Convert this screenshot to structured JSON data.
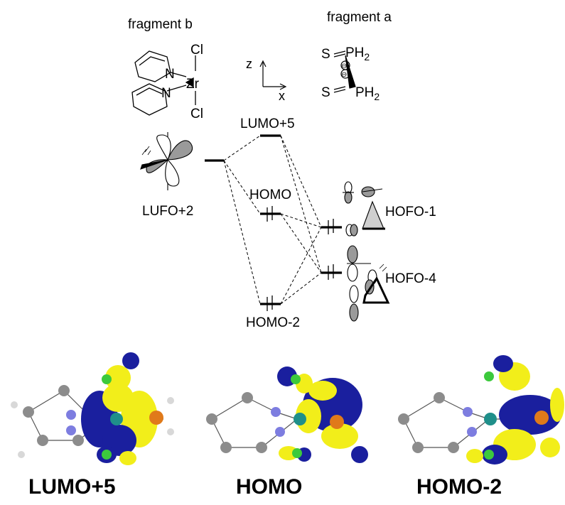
{
  "fragments": {
    "b": {
      "title": "fragment b",
      "metal": "Zr",
      "ligand_atoms": [
        "N",
        "N"
      ],
      "halides": [
        "Cl",
        "Cl"
      ]
    },
    "a": {
      "title": "fragment a",
      "atoms": [
        "S",
        "S"
      ],
      "groups": [
        "PH2",
        "PH2"
      ],
      "charges": [
        "⊖",
        "⊖"
      ]
    }
  },
  "axes": {
    "z": "z",
    "x": "x"
  },
  "levels": {
    "lufo2": "LUFO+2",
    "lumo5": "LUMO+5",
    "homo": "HOMO",
    "homo2": "HOMO-2",
    "hofo1": "HOFO-1",
    "hofo4": "HOFO-4"
  },
  "orbital_images": [
    "LUMO+5",
    "HOMO",
    "HOMO-2"
  ],
  "colors": {
    "lobe_blue": "#1a1f9e",
    "lobe_yellow": "#f2ee1a",
    "carbon": "#8c8c8c",
    "nitrogen": "#7d7de0",
    "zirconium": "#1f8f8a",
    "phosphorus": "#e07a1a",
    "chlorine": "#3cc93c",
    "hydrogen": "#d8d8d8"
  }
}
